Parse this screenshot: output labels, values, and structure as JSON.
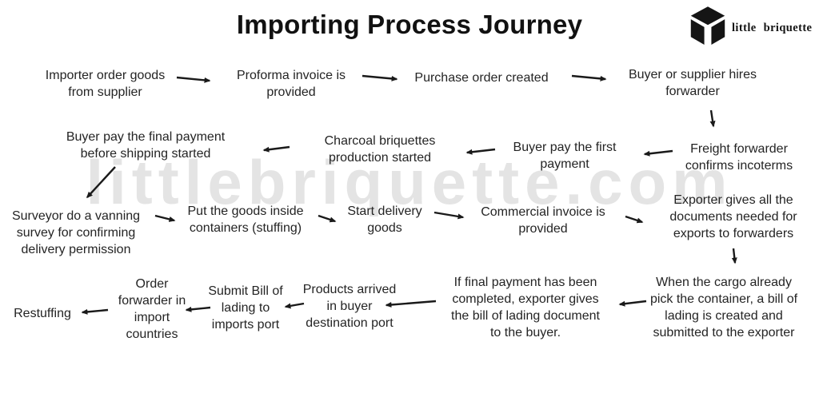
{
  "page": {
    "title": "Importing Process Journey"
  },
  "brand": {
    "name": "little briquette",
    "icon": "cube-logo"
  },
  "watermark": {
    "text": "littlebriquette.com"
  },
  "colors": {
    "background": "#ffffff",
    "text": "#242424",
    "arrow": "#1a1a1a",
    "watermark": "#e4e4e4",
    "logo": "#151515"
  },
  "flow": {
    "nodes": [
      {
        "id": "importer-order",
        "label": "Importer order goods from supplier"
      },
      {
        "id": "proforma-invoice",
        "label": "Proforma invoice is provided"
      },
      {
        "id": "purchase-order",
        "label": "Purchase order created"
      },
      {
        "id": "hire-forwarder",
        "label": "Buyer or supplier hires forwarder"
      },
      {
        "id": "confirm-incoterms",
        "label": "Freight forwarder confirms incoterms"
      },
      {
        "id": "first-payment",
        "label": "Buyer pay the first payment"
      },
      {
        "id": "production-started",
        "label": "Charcoal briquettes production started"
      },
      {
        "id": "final-payment",
        "label": "Buyer pay the final payment before shipping started"
      },
      {
        "id": "vanning-survey",
        "label": "Surveyor do a vanning survey for confirming delivery permission"
      },
      {
        "id": "stuffing",
        "label": "Put the goods inside containers (stuffing)"
      },
      {
        "id": "start-delivery",
        "label": "Start delivery goods"
      },
      {
        "id": "commercial-invoice",
        "label": "Commercial invoice is provided"
      },
      {
        "id": "export-documents",
        "label": "Exporter gives all the documents needed for exports to forwarders"
      },
      {
        "id": "bill-of-lading-created",
        "label": "When the cargo already pick the container, a bill of lading is created and submitted to the exporter"
      },
      {
        "id": "bill-of-lading-to-buyer",
        "label": "If final payment has been completed, exporter gives the bill of lading document to the buyer."
      },
      {
        "id": "products-arrived",
        "label": "Products arrived in buyer destination port"
      },
      {
        "id": "submit-bill-of-lading",
        "label": "Submit Bill of lading to imports port"
      },
      {
        "id": "order-import-forwarder",
        "label": "Order forwarder in import countries"
      },
      {
        "id": "restuffing",
        "label": "Restuffing"
      }
    ],
    "edges": [
      {
        "from": "importer-order",
        "to": "proforma-invoice"
      },
      {
        "from": "proforma-invoice",
        "to": "purchase-order"
      },
      {
        "from": "purchase-order",
        "to": "hire-forwarder"
      },
      {
        "from": "hire-forwarder",
        "to": "confirm-incoterms"
      },
      {
        "from": "confirm-incoterms",
        "to": "first-payment"
      },
      {
        "from": "first-payment",
        "to": "production-started"
      },
      {
        "from": "production-started",
        "to": "final-payment"
      },
      {
        "from": "final-payment",
        "to": "vanning-survey"
      },
      {
        "from": "vanning-survey",
        "to": "stuffing"
      },
      {
        "from": "stuffing",
        "to": "start-delivery"
      },
      {
        "from": "start-delivery",
        "to": "commercial-invoice"
      },
      {
        "from": "commercial-invoice",
        "to": "export-documents"
      },
      {
        "from": "export-documents",
        "to": "bill-of-lading-created"
      },
      {
        "from": "bill-of-lading-created",
        "to": "bill-of-lading-to-buyer"
      },
      {
        "from": "bill-of-lading-to-buyer",
        "to": "products-arrived"
      },
      {
        "from": "products-arrived",
        "to": "submit-bill-of-lading"
      },
      {
        "from": "submit-bill-of-lading",
        "to": "order-import-forwarder"
      },
      {
        "from": "order-import-forwarder",
        "to": "restuffing"
      }
    ]
  }
}
